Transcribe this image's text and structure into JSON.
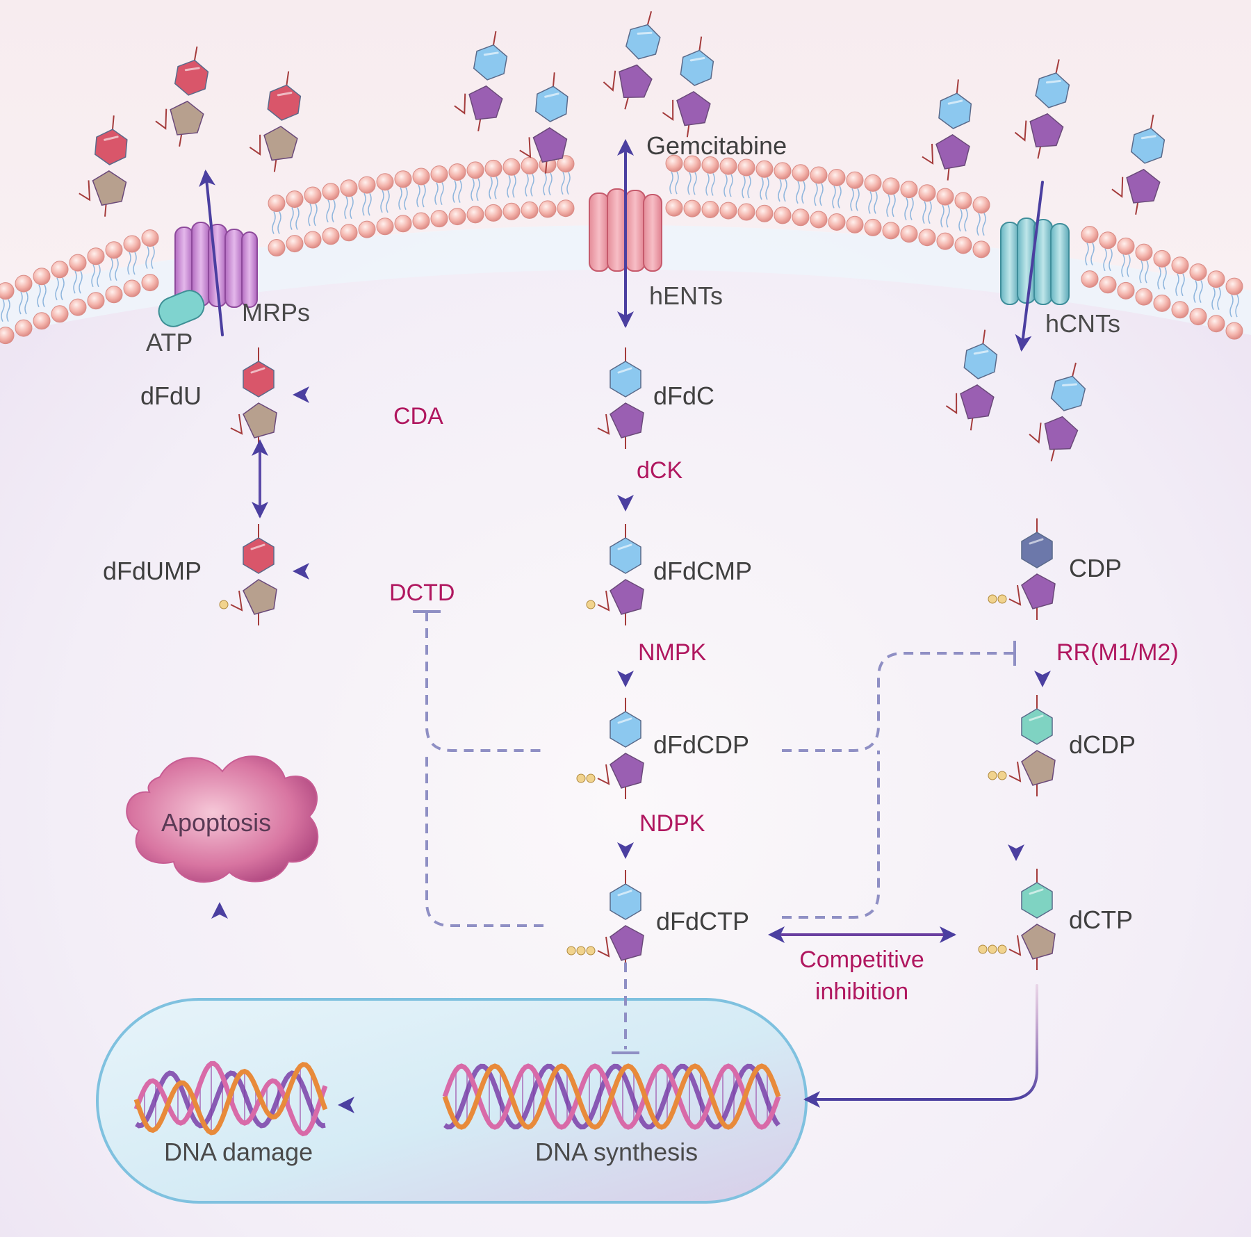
{
  "labels": {
    "gemcitabine": "Gemcitabine",
    "hents": "hENTs",
    "hcnts": "hCNTs",
    "mrps": "MRPs",
    "atp": "ATP",
    "dfdc": "dFdC",
    "dfdu": "dFdU",
    "dfdump": "dFdUMP",
    "dfdcmp": "dFdCMP",
    "dfdcdp": "dFdCDP",
    "dfdctp": "dFdCTP",
    "cdp": "CDP",
    "dcdp": "dCDP",
    "dctp": "dCTP",
    "apoptosis": "Apoptosis",
    "dna_damage": "DNA damage",
    "dna_synthesis": "DNA synthesis"
  },
  "enzymes": {
    "cda": "CDA",
    "dck": "dCK",
    "dctd": "DCTD",
    "nmpk": "NMPK",
    "ndpk": "NDPK",
    "rr": "RR(M1/M2)",
    "competitive_1": "Competitive",
    "competitive_2": "inhibition"
  },
  "colors": {
    "arrow": "#4b3fa0",
    "enzyme_text": "#b0175f",
    "label_text": "#4a4a4a",
    "membrane_head": "#f2a9a2",
    "gemcitabine_base": "#8cc8ef",
    "dfdu_base": "#d9566a",
    "sugar_purple": "#9a5fb2",
    "sugar_tan": "#b7a08e",
    "dcdp_base": "#7fd3c2",
    "nucleus_fill": "#d7ecf5"
  }
}
